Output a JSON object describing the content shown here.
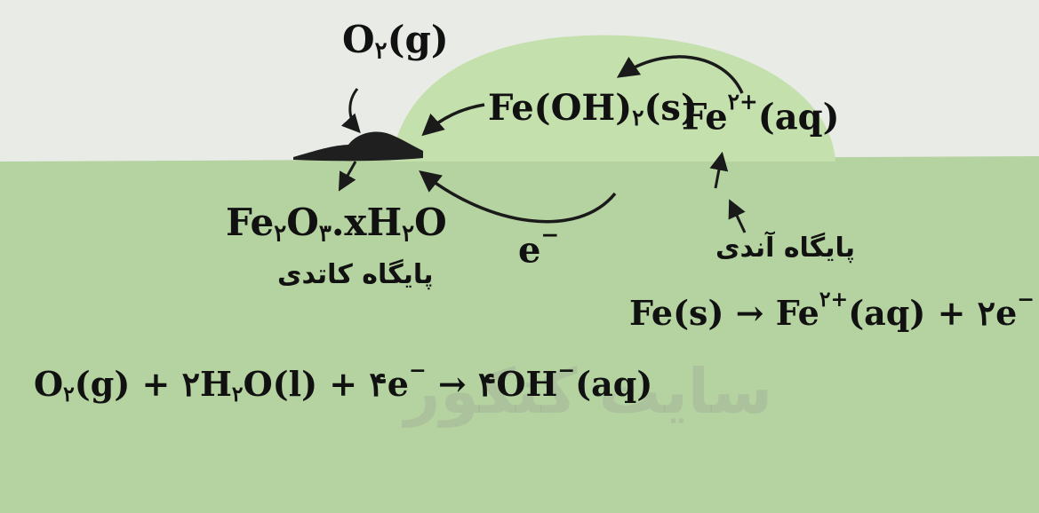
{
  "colors": {
    "paper": "#e9ebe6",
    "iron": "#b5d3a0",
    "drop": "#c4e0ad",
    "rust": "#1f1f1f",
    "text": "#111111"
  },
  "labels": {
    "oxygen": {
      "main": "O",
      "sub": "۲",
      "tail": "(g)"
    },
    "hydroxide": {
      "main": "Fe(OH)",
      "sub": "۲",
      "tail": "(s)"
    },
    "ferrous": {
      "main": "Fe",
      "sup": "۲+",
      "tail": "(aq)"
    },
    "rust": {
      "p1": "Fe",
      "s1": "۲",
      "p2": "O",
      "s2": "۳",
      "p3": ".xH",
      "s3": "۲",
      "p4": "O"
    },
    "cathode": "پایگاه کاتدی",
    "anode": "پایگاه آندی",
    "electron": {
      "main": "e",
      "sup": "−"
    },
    "anode_eq": {
      "p1": "Fe(s) → Fe",
      "sup1": "۲+",
      "p2": "(aq) + ۲e",
      "sup2": "−"
    },
    "cathode_eq": {
      "p1": "O",
      "s1": "۲",
      "p2": "(g) + ۲H",
      "s2": "۲",
      "p3": "O(l) + ۴e",
      "sup1": "−",
      "p4": " → ۴OH",
      "sup2": "−",
      "p5": "(aq)"
    }
  },
  "watermark": "سایت کنکور"
}
